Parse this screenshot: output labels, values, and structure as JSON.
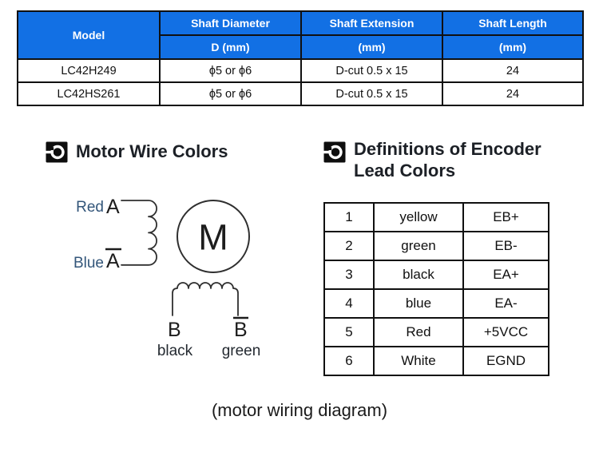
{
  "spec_table": {
    "header_bg": "#1270e4",
    "header_text_color": "#ffffff",
    "col1_header": "Model",
    "col2_header": "Shaft Diameter",
    "col2_subheader": "D (mm)",
    "col3_header": "Shaft Extension",
    "col3_subheader": "(mm)",
    "col4_header": "Shaft Length",
    "col4_subheader": "(mm)",
    "rows": [
      [
        "LC42H249",
        "ϕ5 or ϕ6",
        "D-cut 0.5 x 15",
        "24"
      ],
      [
        "LC42HS261",
        "ϕ5 or ϕ6",
        "D-cut 0.5 x 15",
        "24"
      ]
    ]
  },
  "motor_section": {
    "icon": "target-icon",
    "title": "Motor Wire Colors"
  },
  "encoder_section": {
    "icon": "target-icon",
    "title": "Definitions of Encoder Lead Colors"
  },
  "wiring_diagram": {
    "phase_a_positive_color": "Red",
    "phase_a_positive_label": "A",
    "phase_a_negative_color": "Blue",
    "phase_a_negative_label": "A",
    "motor_symbol": "M",
    "phase_b_positive_label": "B",
    "phase_b_positive_color": "black",
    "phase_b_negative_label": "B",
    "phase_b_negative_color": "green"
  },
  "encoder_table": {
    "rows": [
      {
        "pin": "1",
        "color": "yellow",
        "signal": "EB+"
      },
      {
        "pin": "2",
        "color": "green",
        "signal": "EB-"
      },
      {
        "pin": "3",
        "color": "black",
        "signal": "EA+"
      },
      {
        "pin": "4",
        "color": "blue",
        "signal": "EA-"
      },
      {
        "pin": "5",
        "color": "Red",
        "signal": "+5VCC"
      },
      {
        "pin": "6",
        "color": "White",
        "signal": "EGND"
      }
    ]
  },
  "caption": "(motor wiring diagram)"
}
